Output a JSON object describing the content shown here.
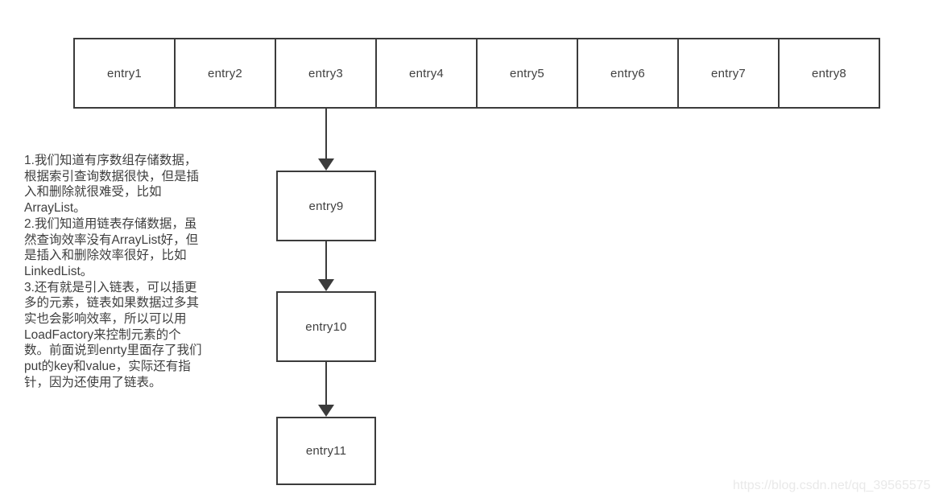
{
  "diagram": {
    "title_meaning": "HashMap entry array with linked-list chain",
    "array_row": {
      "cells": [
        "entry1",
        "entry2",
        "entry3",
        "entry4",
        "entry5",
        "entry6",
        "entry7",
        "entry8"
      ]
    },
    "chain": {
      "from_cell": "entry3",
      "nodes": [
        "entry9",
        "entry10",
        "entry11"
      ]
    },
    "note_lines": [
      "1.我们知道有序数组存储数据，",
      "根据索引查询数据很快，但是插",
      "入和删除就很难受，比如",
      "ArrayList。",
      "2.我们知道用链表存储数据，虽",
      "然查询效率没有ArrayList好，但",
      "是插入和删除效率很好，比如",
      "LinkedList。",
      "3.还有就是引入链表，可以插更",
      "多的元素，链表如果数据过多其",
      "实也会影响效率，所以可以用",
      "LoadFactory来控制元素的个",
      "数。前面说到enrty里面存了我们",
      "put的key和value，实际还有指",
      "针，因为还使用了链表。"
    ],
    "watermark": "https://blog.csdn.net/qq_39565575",
    "colors": {
      "line": "#3b3b3b",
      "text": "#3f3f3f",
      "watermark": "#e9e9e9",
      "background": "#ffffff"
    }
  }
}
